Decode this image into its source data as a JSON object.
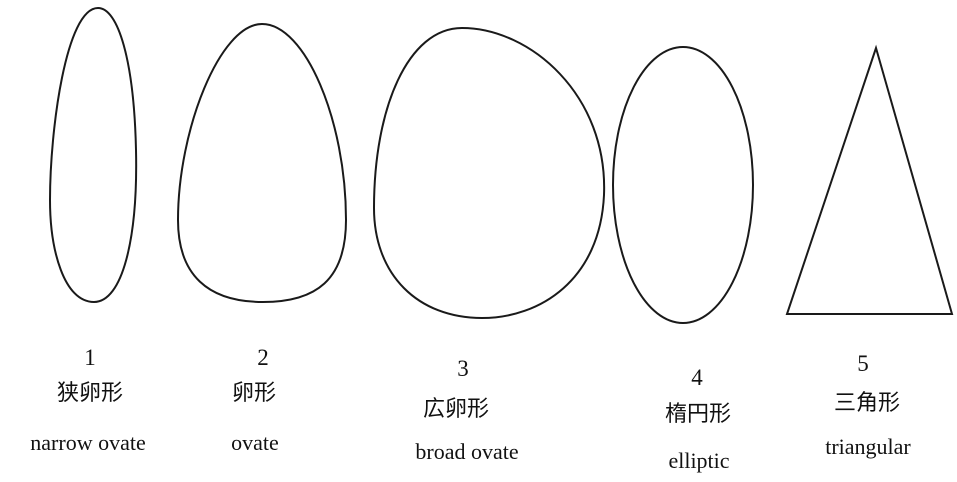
{
  "colors": {
    "outline": "#1a1a1a",
    "text": "#111111",
    "background": "#ffffff"
  },
  "shapes": [
    {
      "number": "1",
      "name_ja": "狭卵形",
      "name_en": "narrow ovate"
    },
    {
      "number": "2",
      "name_ja": "卵形",
      "name_en": "ovate"
    },
    {
      "number": "3",
      "name_ja": "広卵形",
      "name_en": "broad ovate"
    },
    {
      "number": "4",
      "name_ja": "楕円形",
      "name_en": "elliptic"
    },
    {
      "number": "5",
      "name_ja": "三角形",
      "name_en": "triangular"
    }
  ]
}
